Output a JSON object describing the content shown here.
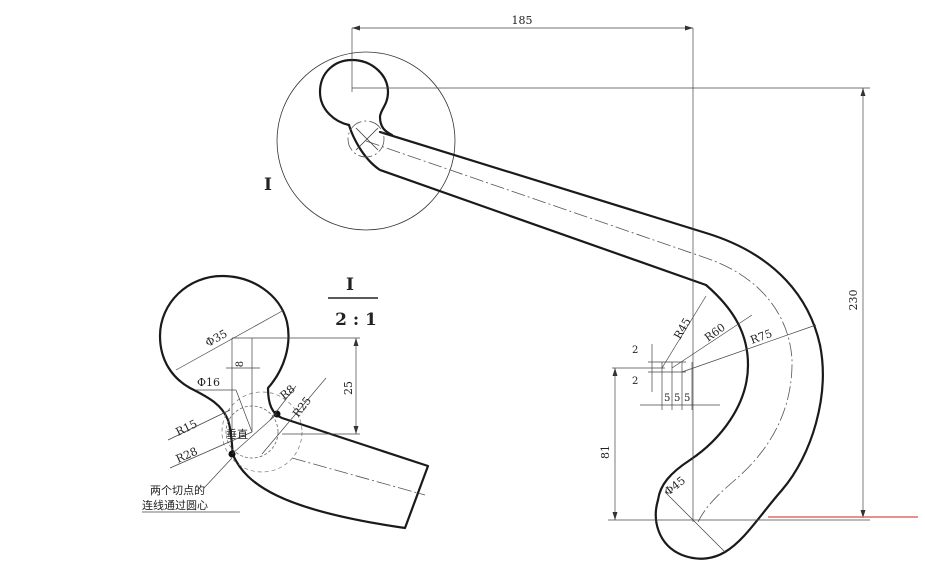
{
  "drawing": {
    "dimensions": {
      "width_185": "185",
      "height_230": "230",
      "height_81": "81",
      "radius_45": "R45",
      "radius_60": "R60",
      "radius_75": "R75",
      "diameter_45": "Φ45",
      "offset_2_top": "2",
      "offset_2_bottom": "2",
      "spacing_5a": "5",
      "spacing_5b": "5",
      "spacing_5c": "5"
    },
    "detail_marker": "I",
    "detail_view": {
      "label": "I",
      "scale": "2 : 1",
      "dimensions": {
        "diameter_35": "Φ35",
        "diameter_16": "Φ16",
        "offset_8": "8",
        "height_25": "25",
        "radius_8": "R8",
        "radius_25": "R25",
        "radius_15": "R15",
        "radius_28": "R28"
      },
      "vertical_mark": "垂直",
      "note_line_1": "两个切点的",
      "note_line_2": "连线通过圆心"
    }
  },
  "colors": {
    "line": "#1a1a1a",
    "accent_line": "#e06a6a",
    "background": "#ffffff"
  }
}
